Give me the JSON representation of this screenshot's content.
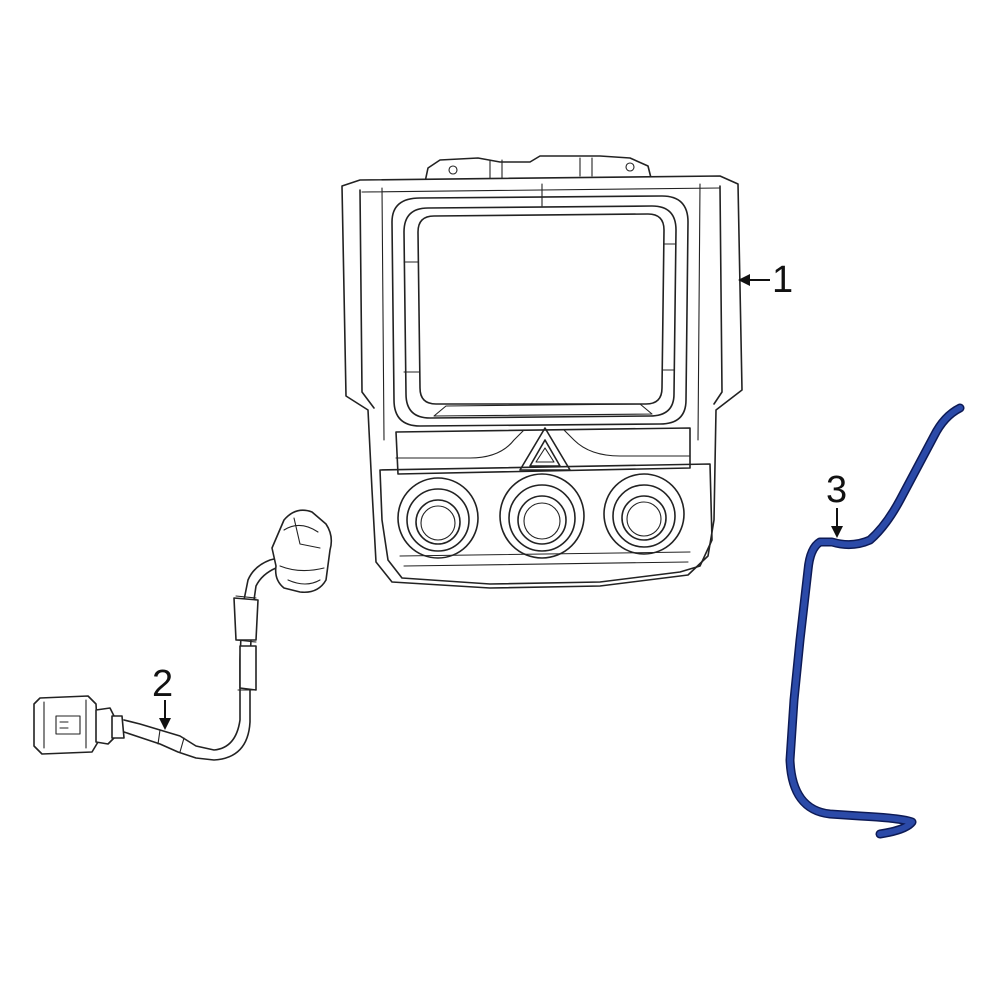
{
  "callouts": [
    {
      "number": "1"
    },
    {
      "number": "2"
    },
    {
      "number": "3"
    }
  ],
  "colors": {
    "line": "#222222",
    "highlight": "#2b4aa8",
    "highlight_outline": "#0d1a55",
    "background": "#ffffff"
  }
}
